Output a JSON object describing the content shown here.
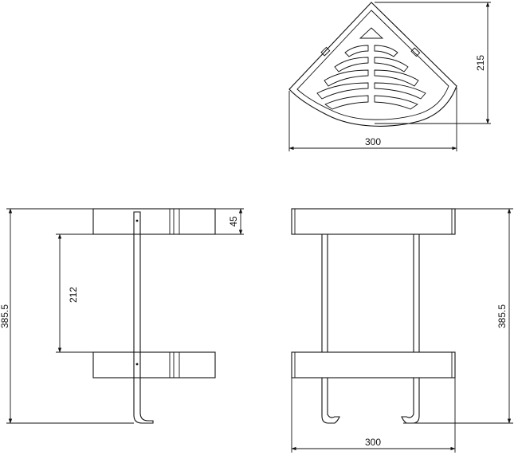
{
  "drawing": {
    "top_view": {
      "width_dim": "300",
      "depth_dim": "215"
    },
    "side_view": {
      "total_height_dim": "385.5",
      "shelf_spacing_dim": "212",
      "shelf_thickness_dim": "45"
    },
    "front_view": {
      "total_height_dim": "385.5",
      "width_dim": "300"
    }
  }
}
